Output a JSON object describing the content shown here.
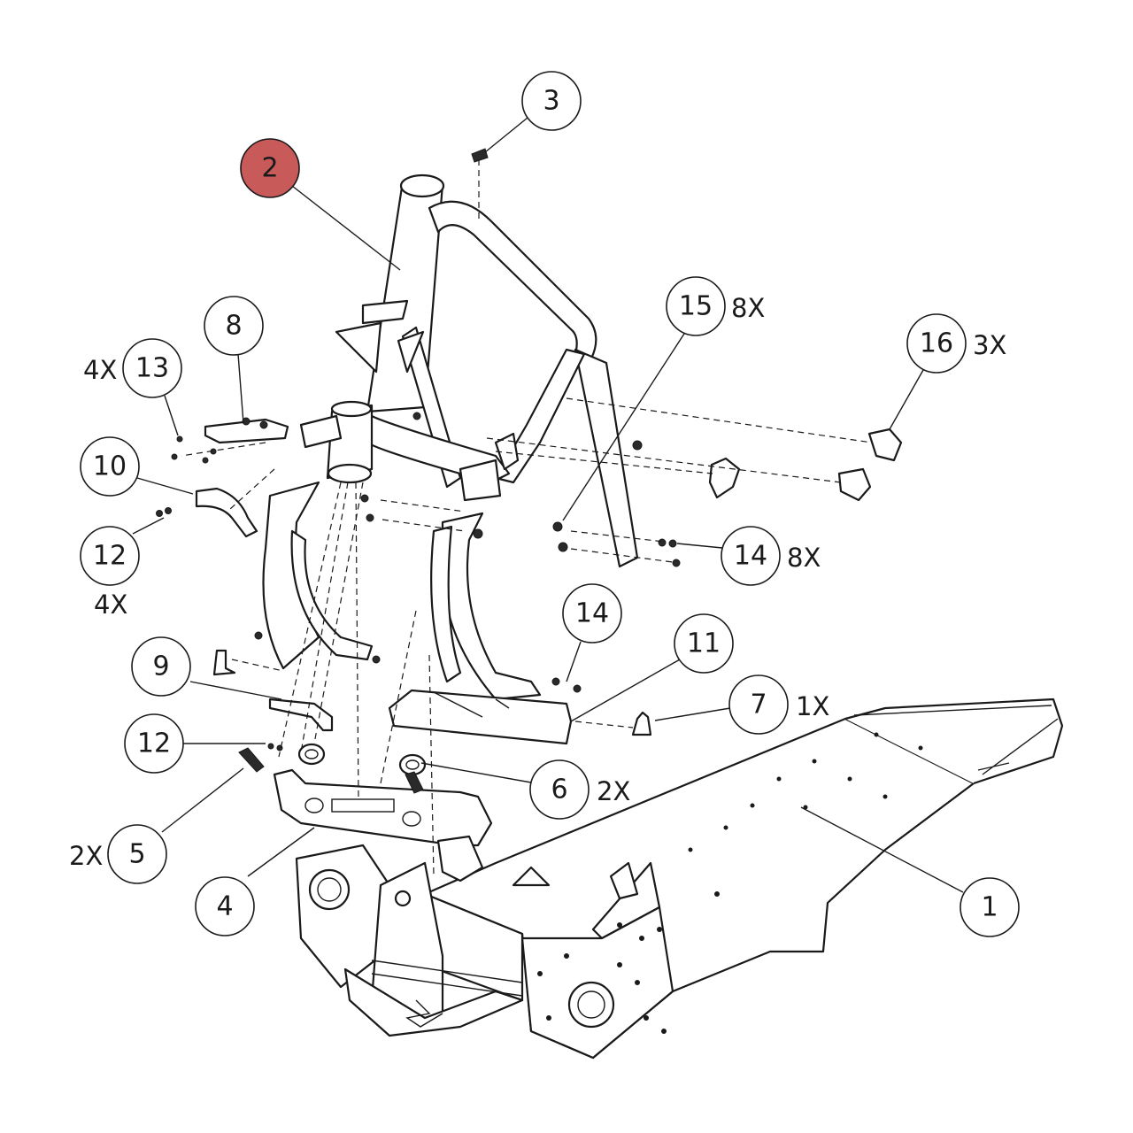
{
  "diagram": {
    "highlight_color": "#c85a5a",
    "callouts": [
      {
        "id": "1",
        "label": "1",
        "qty": ""
      },
      {
        "id": "2",
        "label": "2",
        "qty": "",
        "highlighted": true
      },
      {
        "id": "3",
        "label": "3",
        "qty": ""
      },
      {
        "id": "4",
        "label": "4",
        "qty": ""
      },
      {
        "id": "5",
        "label": "5",
        "qty": "2X"
      },
      {
        "id": "6",
        "label": "6",
        "qty": "2X"
      },
      {
        "id": "7",
        "label": "7",
        "qty": "1X"
      },
      {
        "id": "8",
        "label": "8",
        "qty": ""
      },
      {
        "id": "9",
        "label": "9",
        "qty": ""
      },
      {
        "id": "10",
        "label": "10",
        "qty": ""
      },
      {
        "id": "11",
        "label": "11",
        "qty": ""
      },
      {
        "id": "12a",
        "label": "12",
        "qty": "4X"
      },
      {
        "id": "12b",
        "label": "12",
        "qty": ""
      },
      {
        "id": "13",
        "label": "13",
        "qty": "4X"
      },
      {
        "id": "14a",
        "label": "14",
        "qty": "8X"
      },
      {
        "id": "14b",
        "label": "14",
        "qty": ""
      },
      {
        "id": "15",
        "label": "15",
        "qty": "8X"
      },
      {
        "id": "16",
        "label": "16",
        "qty": "3X"
      }
    ]
  }
}
